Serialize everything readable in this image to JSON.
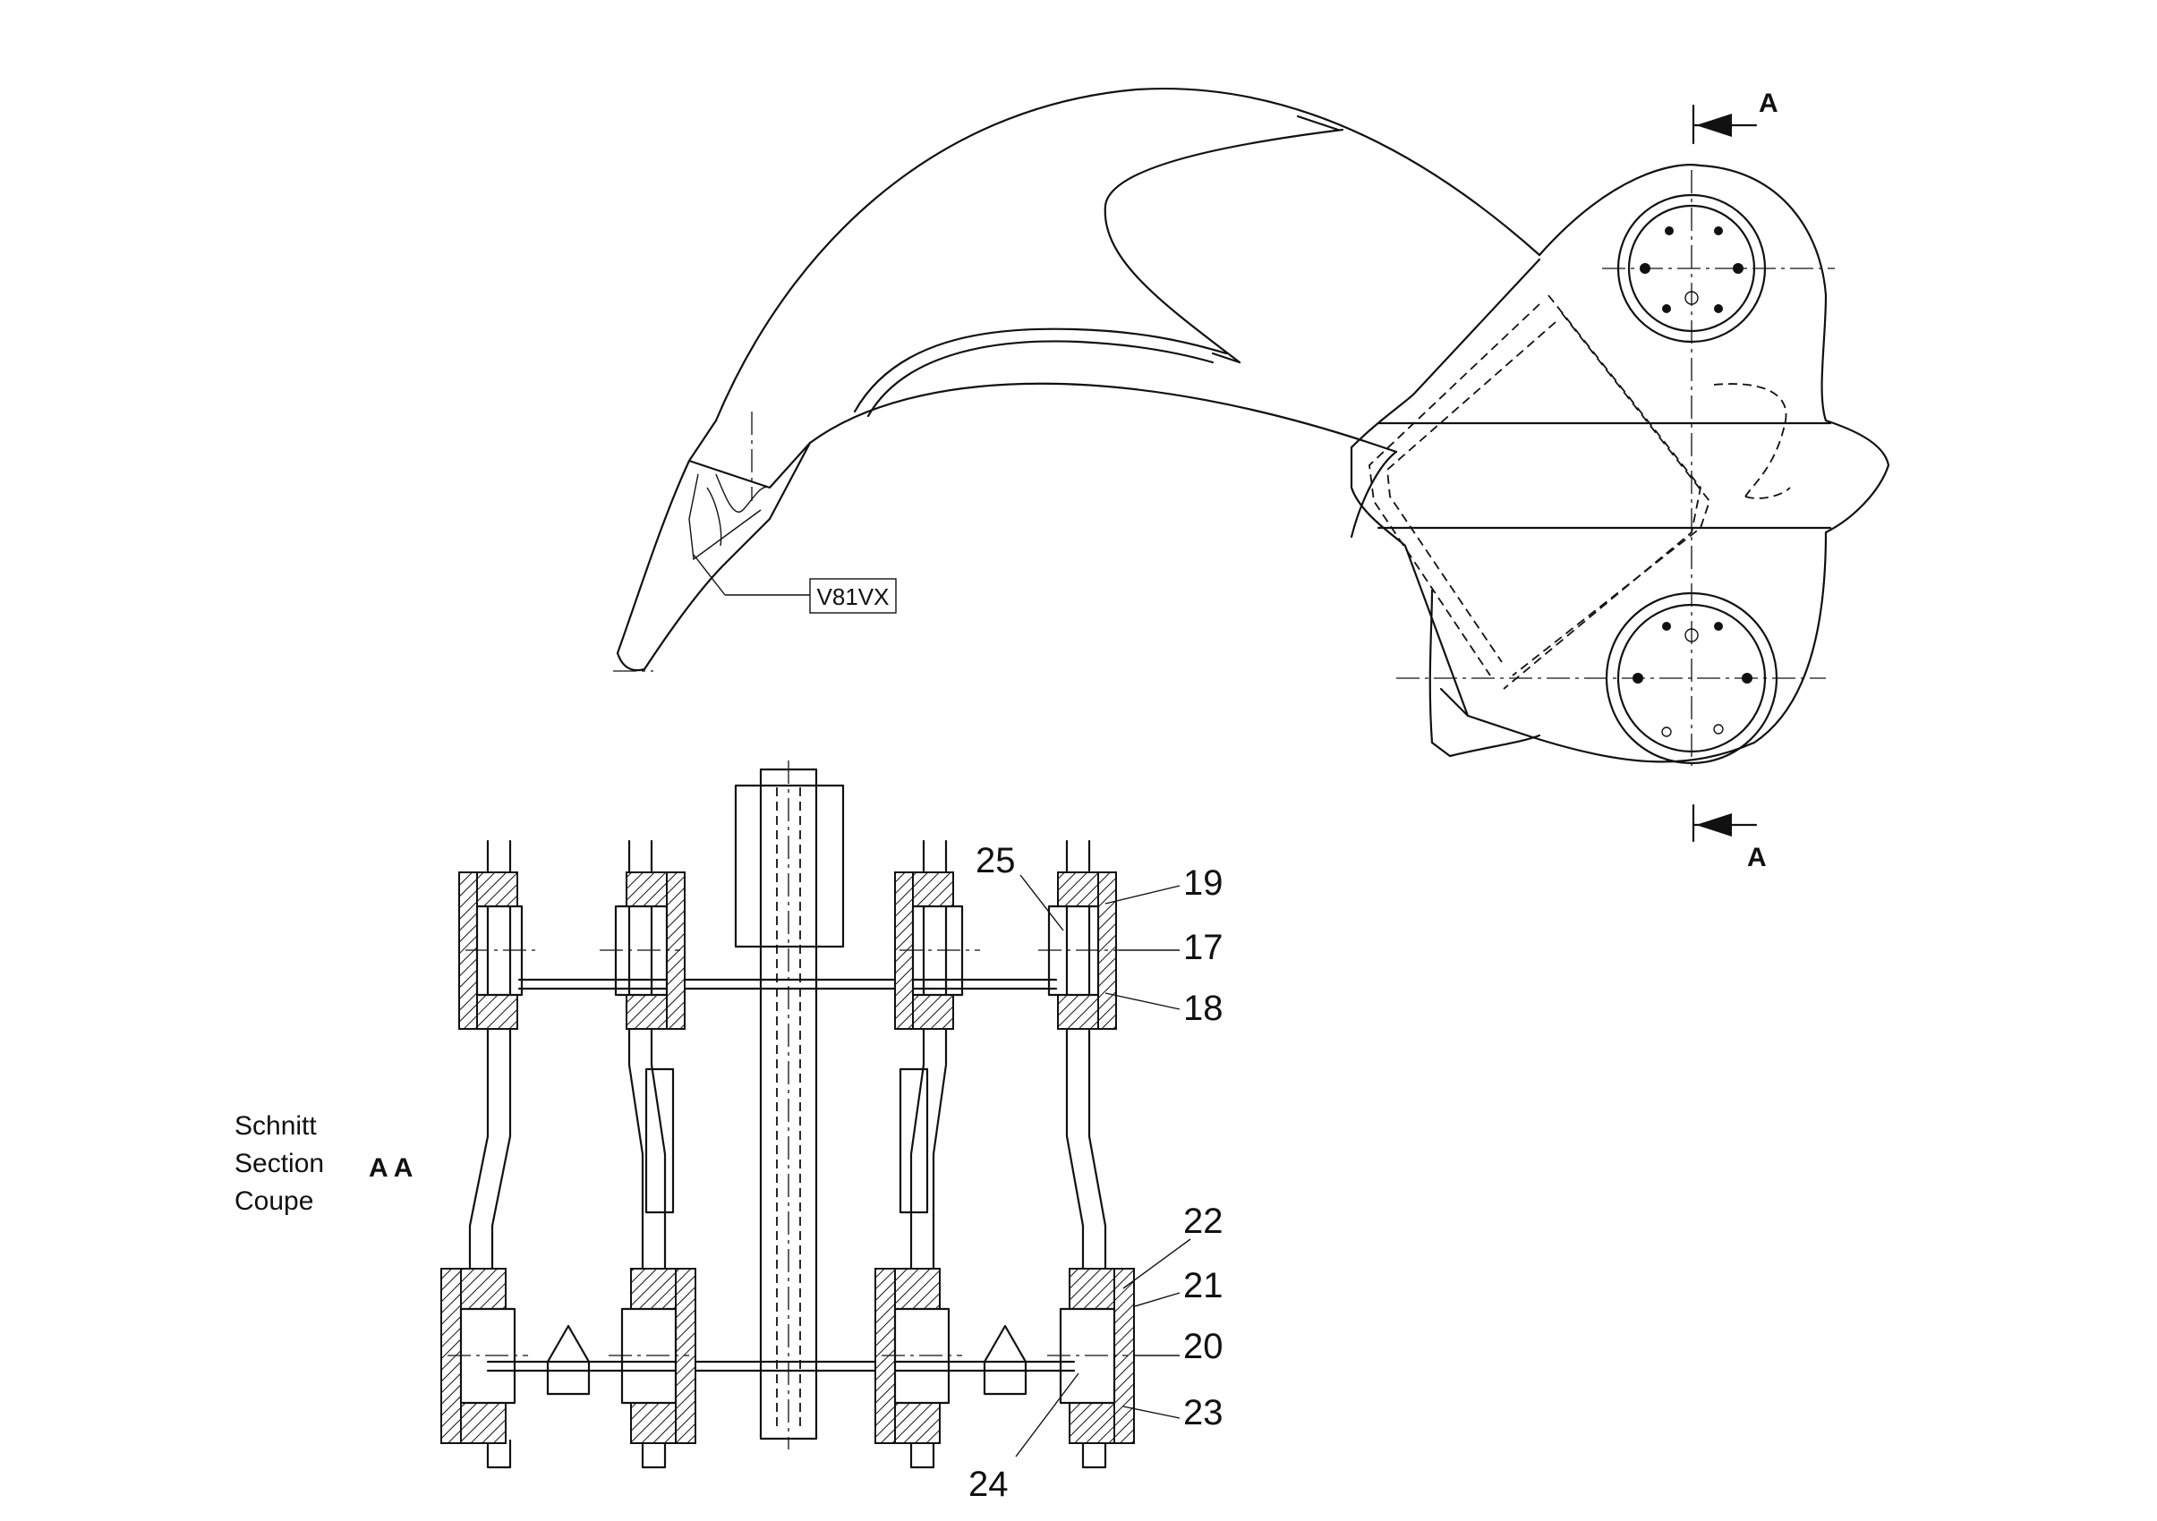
{
  "part_code": "V81VX",
  "section": {
    "labels": [
      "Schnitt",
      "Section",
      "Coupe"
    ],
    "mark": "A A",
    "arrow_letter": "A"
  },
  "callouts": {
    "c17": "17",
    "c18": "18",
    "c19": "19",
    "c20": "20",
    "c21": "21",
    "c22": "22",
    "c23": "23",
    "c24": "24",
    "c25": "25"
  }
}
